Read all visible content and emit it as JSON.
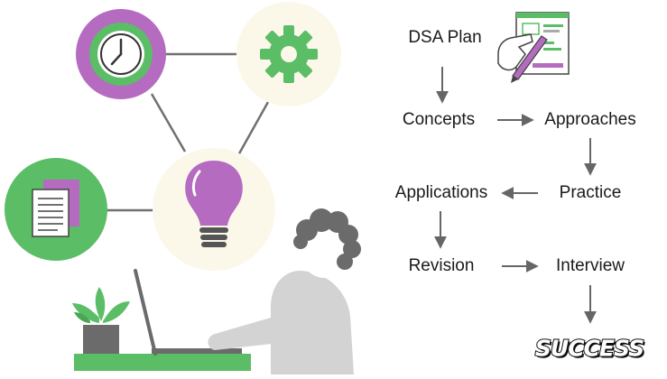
{
  "diagram": {
    "steps": {
      "plan": "DSA Plan",
      "concepts": "Concepts",
      "approaches": "Approaches",
      "practice": "Practice",
      "applications": "Applications",
      "revision": "Revision",
      "interview": "Interview"
    },
    "result": "SUCCESS"
  },
  "colors": {
    "green": "#5bbd66",
    "purple": "#b56bc0",
    "cream": "#fbf8ea",
    "arrow": "#666666",
    "person_gray": "#d3d3d3",
    "hair": "#6b6b6b"
  },
  "icons": [
    "clock-icon",
    "gear-icon",
    "document-icon",
    "lightbulb-icon",
    "plan-clipboard-icon",
    "plant-icon",
    "laptop-icon"
  ]
}
